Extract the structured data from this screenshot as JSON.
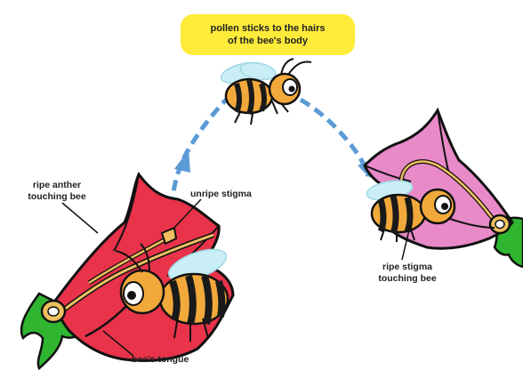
{
  "callout": {
    "text": "pollen sticks to the hairs\nof the bee's body"
  },
  "labels": {
    "ripe_anther": "ripe anther\ntouching bee",
    "unripe_stigma": "unripe stigma",
    "bees_tongue": "bee's tongue",
    "ripe_stigma": "ripe stigma\ntouching bee"
  },
  "colors": {
    "callout_fill": "#ffec3a",
    "left_flower": "#e8334a",
    "right_flower": "#e889c8",
    "leaf_green": "#2fb52f",
    "arrow_blue": "#5b9bd5",
    "bee_yellow": "#f2a93b",
    "bee_black": "#1a1a1a",
    "wing_blue": "#c9eef5",
    "anther_stigma": "#f0c060"
  }
}
